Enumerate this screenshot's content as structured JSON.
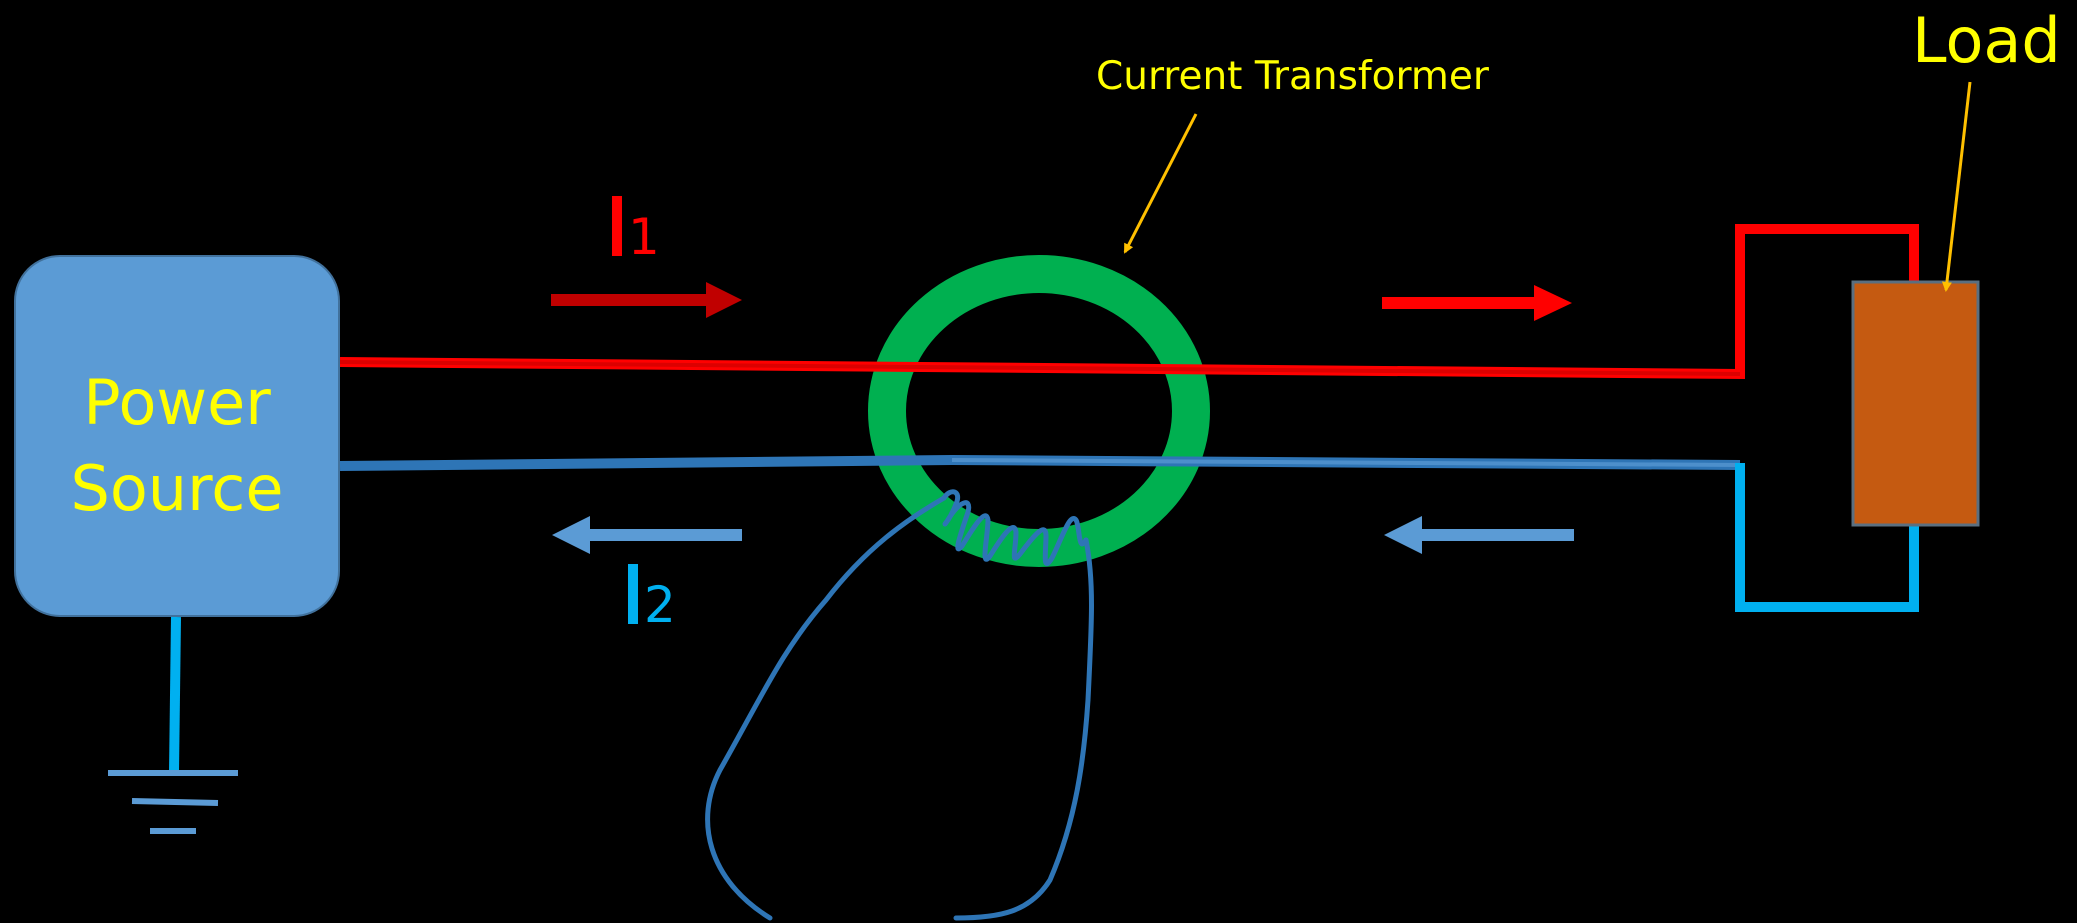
{
  "power_source": {
    "line1": "Power",
    "line2": "Source"
  },
  "current_transformer": {
    "label": "Current Transformer"
  },
  "load": {
    "label": "Load"
  },
  "currents": {
    "i1": {
      "symbol": "I",
      "subscript": "1"
    },
    "i2": {
      "symbol": "I",
      "subscript": "2"
    }
  },
  "colors": {
    "background": "#000000",
    "text": "#ffff00",
    "power_source_fill": "#5b9bd5",
    "live_wire": "#ff0000",
    "neutral_wire": "#2e75b6",
    "load_fill": "#c55a11",
    "ct_ring": "#00b050",
    "ground": "#00b0f0",
    "callout_arrow": "#ffc000"
  }
}
